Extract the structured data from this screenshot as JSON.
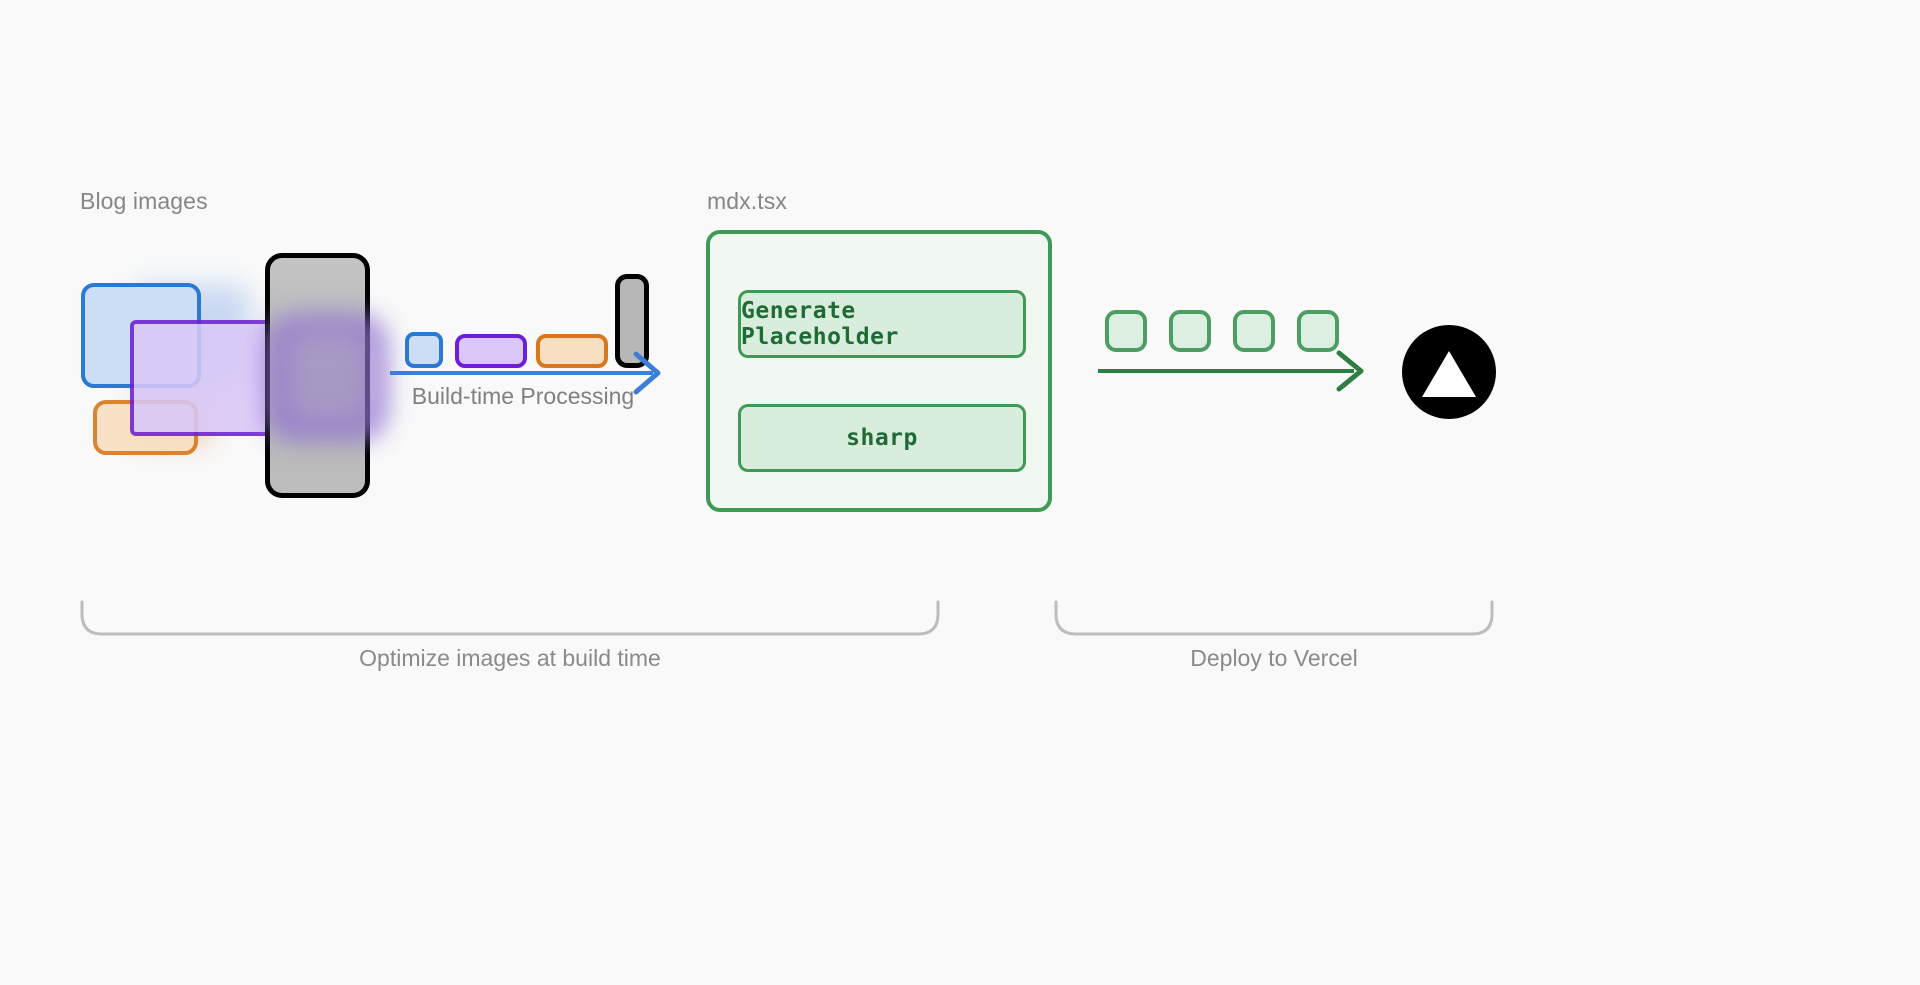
{
  "page": {
    "background_color": "#f9f9f9",
    "title": "Build-time image optimization pipeline diagram"
  },
  "labels": {
    "source_group": "Blog images",
    "transform_group": "mdx.tsx"
  },
  "arrows": {
    "build": {
      "caption": "Build-time Processing",
      "color": "#3d7fd6"
    },
    "deploy": {
      "caption": "",
      "color": "#2e7d42"
    }
  },
  "mdx_box": {
    "border_color": "#3f9a55",
    "fill_color": "#f1f8f2",
    "items": [
      {
        "label": "Generate Placeholder",
        "name": "generate-placeholder"
      },
      {
        "label": "sharp",
        "name": "sharp"
      }
    ]
  },
  "source_images": [
    {
      "name": "blue-image",
      "color": "#2a7ad4",
      "fill": "#cbdef5"
    },
    {
      "name": "purple-image",
      "color": "#6d1fd6",
      "fill": "#d9c8f7"
    },
    {
      "name": "orange-image",
      "color": "#d9771d",
      "fill": "#f8dfc1"
    },
    {
      "name": "phone-image",
      "color": "#000000",
      "fill": "#b7b7b7"
    }
  ],
  "optimized_images": [
    {
      "name": "blue-thumb",
      "color": "#2a7ad4",
      "fill": "#cbdef5"
    },
    {
      "name": "purple-thumb",
      "color": "#6d1fd6",
      "fill": "#d9c8f7"
    },
    {
      "name": "orange-thumb",
      "color": "#d9771d",
      "fill": "#f8dfc1"
    },
    {
      "name": "phone-thumb",
      "color": "#000000",
      "fill": "#b7b7b7"
    }
  ],
  "output_tiles": {
    "count": 4,
    "border_color": "#4c9e63",
    "fill_color": "#dcefe0"
  },
  "deploy_target": {
    "name": "vercel-logo",
    "background_color": "#000000",
    "mark_color": "#ffffff"
  },
  "phases": [
    {
      "name": "build-phase",
      "caption": "Optimize images at build time"
    },
    {
      "name": "deploy-phase",
      "caption": "Deploy to Vercel"
    }
  ]
}
